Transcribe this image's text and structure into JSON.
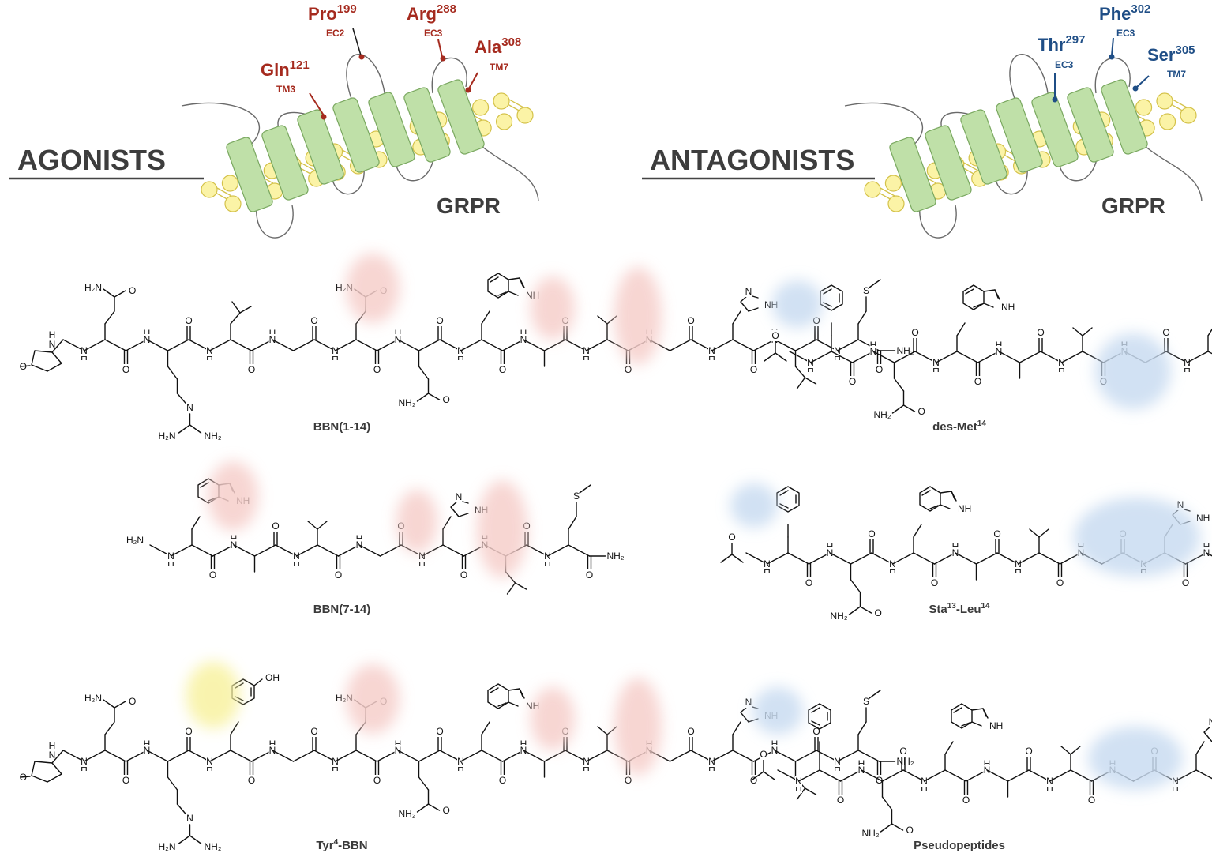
{
  "agonists_panel": {
    "heading": "AGONISTS",
    "receptor": "GRPR",
    "residues": [
      {
        "name": "Gln",
        "num": "121",
        "region": "TM3"
      },
      {
        "name": "Pro",
        "num": "199",
        "region": "EC2"
      },
      {
        "name": "Arg",
        "num": "288",
        "region": "EC3"
      },
      {
        "name": "Ala",
        "num": "308",
        "region": "TM7"
      }
    ],
    "compounds": [
      {
        "name": "BBN(1-14)"
      },
      {
        "name": "BBN(7-14)"
      },
      {
        "name": "Tyr",
        "sup": "4",
        "suffix": "-BBN"
      }
    ]
  },
  "antagonists_panel": {
    "heading": "ANTAGONISTS",
    "receptor": "GRPR",
    "residues": [
      {
        "name": "Thr",
        "num": "297",
        "region": "EC3"
      },
      {
        "name": "Phe",
        "num": "302",
        "region": "EC3"
      },
      {
        "name": "Ser",
        "num": "305",
        "region": "TM7"
      }
    ],
    "compounds": [
      {
        "name": "des-Met",
        "sup": "14",
        "suffix": ""
      },
      {
        "name": "Sta",
        "sup": "13",
        "mid": "-Leu",
        "sup2": "14"
      },
      {
        "name": "Pseudopeptides"
      }
    ]
  },
  "atom_labels": {
    "h2n": "H₂N",
    "nh2": "NH₂",
    "nh": "NH",
    "n": "N",
    "o": "O",
    "oh": "OH",
    "s": "S",
    "h": "H"
  },
  "colors": {
    "agonist_residue": "#a52a1e",
    "antagonist_residue": "#1f4e86",
    "agonist_highlight": "#f6cfcb",
    "antagonist_highlight": "#c9dcf1",
    "tyr_highlight": "#f8f2a0",
    "helix": "#bfe0a8",
    "lipid": "#fbf3a6"
  }
}
